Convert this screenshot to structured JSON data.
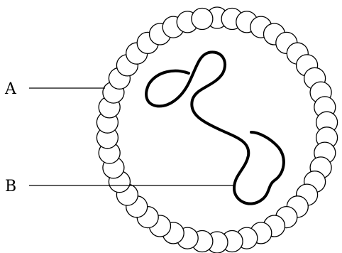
{
  "labels": {
    "a": "A",
    "b": "B"
  },
  "bead_count": 46,
  "colors": {
    "line": "#000000",
    "background": "#ffffff"
  }
}
